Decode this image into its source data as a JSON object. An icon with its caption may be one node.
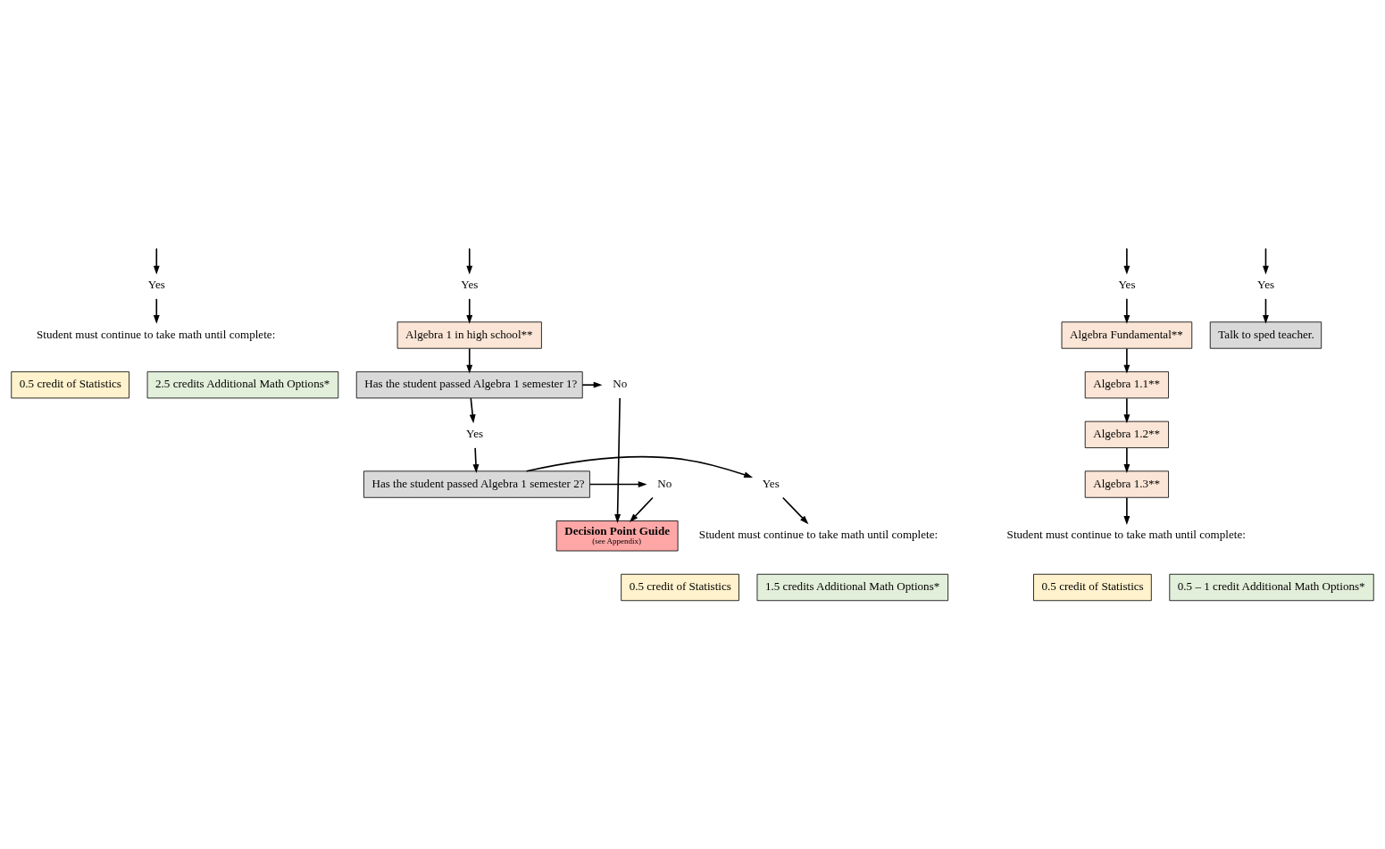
{
  "diagram": {
    "nodes": [
      {
        "text": [
          "Yes"
        ]
      },
      {
        "text": [
          "Yes"
        ]
      },
      {
        "text": [
          "Yes"
        ]
      },
      {
        "text": [
          "Yes"
        ]
      },
      {
        "text": [
          "Student must continue to take math until complete:"
        ]
      },
      {
        "text": [
          "0.5 credit of Statistics"
        ]
      },
      {
        "text": [
          "2.5 credits Additional Math Options*"
        ]
      },
      {
        "text": [
          "Algebra 1 in high school**"
        ]
      },
      {
        "text": [
          "Has the student passed Algebra 1 semester 1?"
        ]
      },
      {
        "text": [
          "No"
        ]
      },
      {
        "text": [
          "Yes"
        ]
      },
      {
        "text": [
          "Decision Point Guide",
          "(see Appendix)"
        ]
      },
      {
        "text": [
          "Has the student passed Algebra 1 semester 2?"
        ]
      },
      {
        "text": [
          "Yes"
        ]
      },
      {
        "text": [
          "No"
        ]
      },
      {
        "text": [
          "Student must continue to take math until complete:"
        ]
      },
      {
        "text": [
          "0.5 credit of Statistics"
        ]
      },
      {
        "text": [
          "1.5 credits Additional Math Options*"
        ]
      },
      {
        "text": [
          "Algebra Fundamental**"
        ]
      },
      {
        "text": [
          "Algebra 1.1**"
        ]
      },
      {
        "text": [
          "Algebra 1.2**"
        ]
      },
      {
        "text": [
          "Algebra 1.3**"
        ]
      },
      {
        "text": [
          "Student must continue to take math until complete:"
        ]
      },
      {
        "text": [
          "0.5 credit of Statistics"
        ]
      },
      {
        "text": [
          "0.5 – 1 credit Additional Math Options*"
        ]
      },
      {
        "text": [
          "Talk to sped teacher."
        ]
      }
    ],
    "edges": [
      {
        "from": null,
        "to": 0,
        "arrow": "to"
      },
      {
        "from": null,
        "to": 1,
        "arrow": "to"
      },
      {
        "from": null,
        "to": 2,
        "arrow": "to"
      },
      {
        "from": null,
        "to": 3,
        "arrow": "to"
      },
      {
        "from": 0,
        "to": 4,
        "arrow": "to"
      },
      {
        "from": 1,
        "to": 7,
        "arrow": "to"
      },
      {
        "from": 2,
        "to": 18,
        "arrow": "to"
      },
      {
        "from": 3,
        "to": 25,
        "arrow": "to"
      },
      {
        "from": 7,
        "to": 8,
        "arrow": "to"
      },
      {
        "from": 8,
        "to": 9,
        "arrow": "to"
      },
      {
        "from": 9,
        "to": 11,
        "arrow": "to"
      },
      {
        "from": 8,
        "to": 10,
        "arrow": "to"
      },
      {
        "from": 10,
        "to": 12,
        "arrow": "to"
      },
      {
        "from": 12,
        "to": 13,
        "arrow": "to"
      },
      {
        "from": 13,
        "to": 15,
        "arrow": "to"
      },
      {
        "from": 12,
        "to": 14,
        "arrow": "to"
      },
      {
        "from": 14,
        "to": 11,
        "arrow": "to"
      },
      {
        "from": 18,
        "to": 19,
        "arrow": "to"
      },
      {
        "from": 19,
        "to": 20,
        "arrow": "to"
      },
      {
        "from": 20,
        "to": 21,
        "arrow": "to"
      },
      {
        "from": 21,
        "to": 22,
        "arrow": "to"
      }
    ]
  }
}
